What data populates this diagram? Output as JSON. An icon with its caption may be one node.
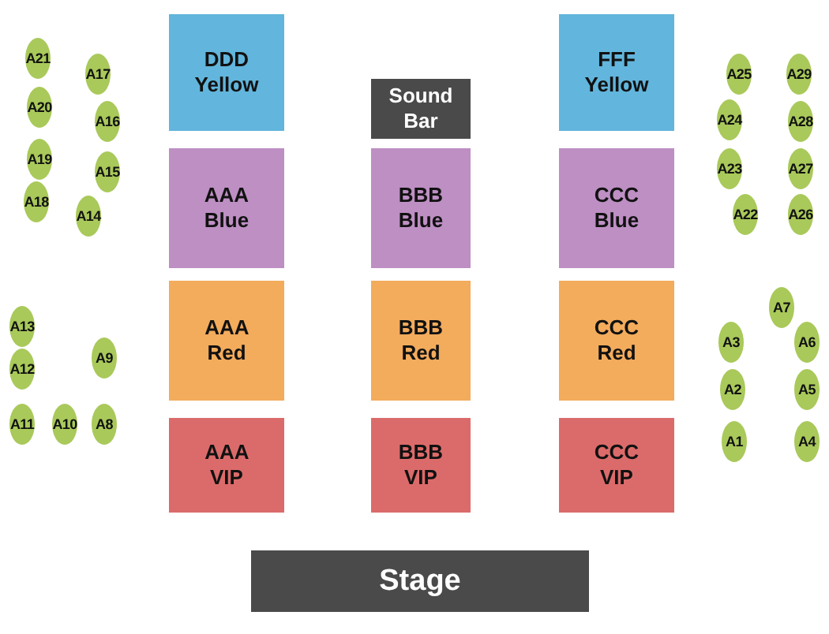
{
  "diagram": {
    "nodes": [
      {
        "text": [
          "DDD Yellow"
        ]
      },
      {
        "text": [
          "Sound Bar"
        ]
      },
      {
        "text": [
          "FFF Yellow"
        ]
      },
      {
        "text": [
          "AAA Blue"
        ]
      },
      {
        "text": [
          "BBB Blue"
        ]
      },
      {
        "text": [
          "CCC Blue"
        ]
      },
      {
        "text": [
          "AAA Red"
        ]
      },
      {
        "text": [
          "BBB Red"
        ]
      },
      {
        "text": [
          "CCC Red"
        ]
      },
      {
        "text": [
          "AAA VIP"
        ]
      },
      {
        "text": [
          "BBB VIP"
        ]
      },
      {
        "text": [
          "CCC VIP"
        ]
      },
      {
        "text": [
          "Stage"
        ]
      },
      {
        "text": [
          "A21"
        ]
      },
      {
        "text": [
          "A17"
        ]
      },
      {
        "text": [
          "A20"
        ]
      },
      {
        "text": [
          "A16"
        ]
      },
      {
        "text": [
          "A19"
        ]
      },
      {
        "text": [
          "A15"
        ]
      },
      {
        "text": [
          "A18"
        ]
      },
      {
        "text": [
          "A14"
        ]
      },
      {
        "text": [
          "A13"
        ]
      },
      {
        "text": [
          "A12"
        ]
      },
      {
        "text": [
          "A9"
        ]
      },
      {
        "text": [
          "A11"
        ]
      },
      {
        "text": [
          "A10"
        ]
      },
      {
        "text": [
          "A8"
        ]
      },
      {
        "text": [
          "A25"
        ]
      },
      {
        "text": [
          "A29"
        ]
      },
      {
        "text": [
          "A24"
        ]
      },
      {
        "text": [
          "A28"
        ]
      },
      {
        "text": [
          "A23"
        ]
      },
      {
        "text": [
          "A27"
        ]
      },
      {
        "text": [
          "A22"
        ]
      },
      {
        "text": [
          "A26"
        ]
      },
      {
        "text": [
          "A7"
        ]
      },
      {
        "text": [
          "A3"
        ]
      },
      {
        "text": [
          "A6"
        ]
      },
      {
        "text": [
          "A2"
        ]
      },
      {
        "text": [
          "A5"
        ]
      },
      {
        "text": [
          "A1"
        ]
      },
      {
        "text": [
          "A4"
        ]
      }
    ]
  }
}
